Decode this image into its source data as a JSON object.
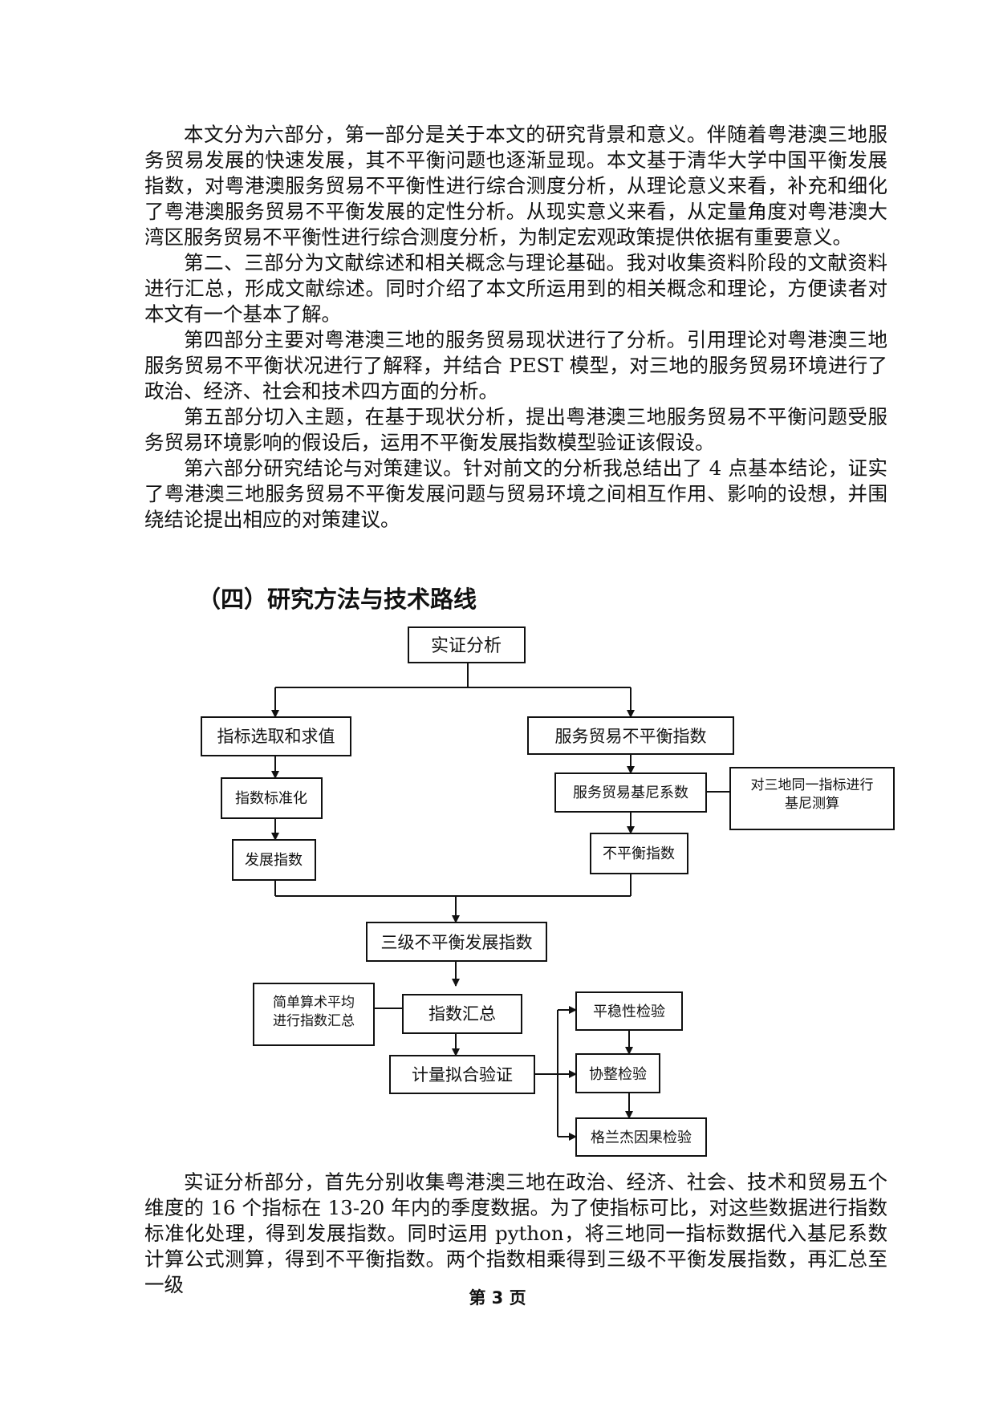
{
  "paragraphs": [
    "本文分为六部分，第一部分是关于本文的研究背景和意义。伴随着粤港澳三地服务贸易发展的快速发展，其不平衡问题也逐渐显现。本文基于清华大学中国平衡发展指数，对粤港澳服务贸易不平衡性进行综合测度分析，从理论意义来看，补充和细化了粤港澳服务贸易不平衡发展的定性分析。从现实意义来看，从定量角度对粤港澳大湾区服务贸易不平衡性进行综合测度分析，为制定宏观政策提供依据有重要意义。",
    "第二、三部分为文献综述和相关概念与理论基础。我对收集资料阶段的文献资料进行汇总，形成文献综述。同时介绍了本文所运用到的相关概念和理论，方便读者对本文有一个基本了解。",
    "第四部分主要对粤港澳三地的服务贸易现状进行了分析。引用理论对粤港澳三地服务贸易不平衡状况进行了解释，并结合 PEST 模型，对三地的服务贸易环境进行了政治、经济、社会和技术四方面的分析。",
    "第五部分切入主题，在基于现状分析，提出粤港澳三地服务贸易不平衡问题受服务贸易环境影响的假设后，运用不平衡发展指数模型验证该假设。",
    "第六部分研究结论与对策建议。针对前文的分析我总结出了 4 点基本结论，证实了粤港澳三地服务贸易不平衡发展问题与贸易环境之间相互作用、影响的设想，并围绕结论提出相应的对策建议。"
  ],
  "heading": "（四）研究方法与技术路线",
  "flowchart": {
    "root": "实证分析",
    "left_branch": "指标选取和求值",
    "right_branch": "服务贸易不平衡指数",
    "std_index": "指数标准化",
    "dev_index": "发展指数",
    "gini": "服务贸易基尼系数",
    "gini_note_line1": "对三地同一指标进行",
    "gini_note_line2": "基尼测算",
    "imbalance": "不平衡指数",
    "level3": "三级不平衡发展指数",
    "avg_line1": "简单算术平均",
    "avg_line2": "进行指数汇总",
    "summary": "指数汇总",
    "econ_fit": "计量拟合验证",
    "stationarity": "平稳性检验",
    "cointegration": "协整检验",
    "granger": "格兰杰因果检验"
  },
  "closing_paragraph": "实证分析部分，首先分别收集粤港澳三地在政治、经济、社会、技术和贸易五个维度的 16 个指标在 13-20 年内的季度数据。为了使指标可比，对这些数据进行指数标准化处理，得到发展指数。同时运用 python，将三地同一指标数据代入基尼系数计算公式测算，得到不平衡指数。两个指数相乘得到三级不平衡发展指数，再汇总至一级",
  "footer": "第 3 页"
}
